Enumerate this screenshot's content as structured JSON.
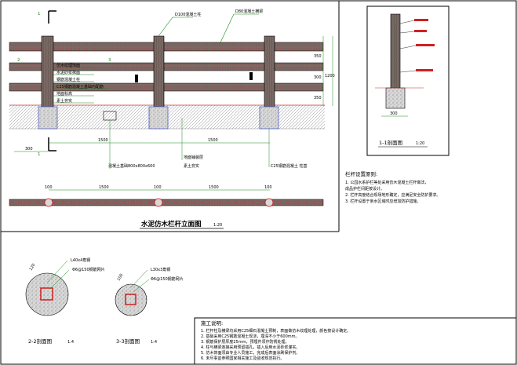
{
  "views": {
    "elevation": {
      "title": "水泥仿木栏杆立面图",
      "scale": "1:20"
    },
    "section_1_1": {
      "title": "1-1剖面图",
      "scale": "1:20"
    },
    "section_2_2": {
      "title": "2-2剖面图",
      "scale": "1:4"
    },
    "section_3_3": {
      "title": "3-3剖面图",
      "scale": "1:4"
    }
  },
  "elevation_callouts": {
    "top_left": "D100混凝土柱",
    "top_right": "D80混凝土横梁",
    "left_notes": [
      "仿木纹理饰面",
      "水泥砂浆抹面",
      "钢筋混凝土柱",
      "C25钢筋混凝土基础内配筋",
      "地面标高",
      "素土夯实"
    ],
    "bottom_1": "混凝土基础800x800x600",
    "bottom_2": "地面铺装层",
    "bottom_3": "素土夯实",
    "bottom_4": "C25钢筋混凝土 柱基"
  },
  "dimensions": {
    "span_left": "1500",
    "span_right": "1500",
    "foot_left": "300",
    "right_stack": [
      "350",
      "300",
      "350",
      "1200"
    ],
    "plan_a": "100",
    "plan_b": "1500",
    "plan_c": "100",
    "plan_d": "1500",
    "plan_e": "100",
    "sec11_base": "300"
  },
  "section_2_2_notes": [
    "L40x4角钢",
    "Φ6@150钢筋网片"
  ],
  "section_3_3_notes": [
    "L30x3角钢",
    "Φ6@150钢筋网片"
  ],
  "section_dims": {
    "s22": "120",
    "s33": "100"
  },
  "section_markers": {
    "one": "1",
    "two": "2",
    "three": "3"
  },
  "design_notes": {
    "title": "栏杆设置原则:",
    "items": [
      "1. 公园水系护栏等处采用仿木混凝土栏杆做法，",
      "   成品护栏间距按设计。",
      "2. 栏杆高度结合现场地形确定，应满足安全防护要求。",
      "3. 栏杆设置于亲水区域时应增加防护措施。"
    ]
  },
  "construction_notes": {
    "title": "施工说明:",
    "items": [
      "1. 栏杆柱及横梁均采用C25细石混凝土预制，表面做仿木纹理处理，颜色按设计确定。",
      "2. 基础采用C25钢筋混凝土现浇，埋深不小于600mm。",
      "3. 钢筋保护层厚度25mm，预埋件须作防锈处理。",
      "4. 柱与横梁连接采用预留插孔，插入后用水泥砂浆灌实。",
      "5. 仿木饰面须由专业人员施工，完成后表面涂刷保护剂。",
      "6. 未尽事宜参照国家相关施工及验收规范执行。"
    ]
  },
  "colors": {
    "frame": "#000000",
    "post": "#7a6a66",
    "rail": "#7a6a66",
    "wood_grain": "#b03030",
    "callout": "#1a8a1a",
    "dimension": "#1a8a1a",
    "footing": "#5060c0",
    "ground": "#c03030",
    "section_fill": "#9a9a9a",
    "red_box": "#d02020",
    "axis": "#d02020"
  }
}
